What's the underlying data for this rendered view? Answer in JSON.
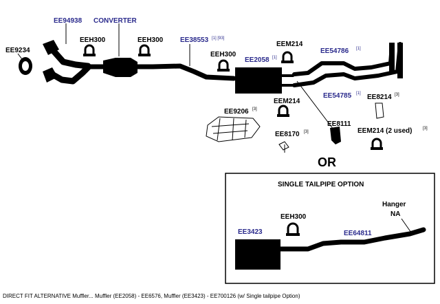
{
  "labels": {
    "ee94938": "EE94938",
    "converter": "CONVERTER",
    "eeh300_a": "EEH300",
    "eeh300_b": "EEH300",
    "ee38553": "EE38553",
    "ee38553_sup": "[1] [93]",
    "eeh300_c": "EEH300",
    "ee9234": "EE9234",
    "eem214_a": "EEM214",
    "ee54786": "EE54786",
    "ee54786_sup": "[1]",
    "ee2058": "EE2058",
    "ee2058_sup": "[1]",
    "ee54785": "EE54785",
    "ee54785_sup": "[1]",
    "ee8214": "EE8214",
    "ee8214_sup": "[3]",
    "eem214_b": "EEM214",
    "ee9206": "EE9206",
    "ee9206_sup": "[3]",
    "ee8111": "EE8111",
    "ee8170": "EE8170",
    "ee8170_sup": "[3]",
    "eem214_used": "EEM214 (2 used)",
    "eem214_used_sup": "[3]",
    "or": "OR"
  },
  "single_option": {
    "title": "SINGLE TAILPIPE OPTION",
    "hanger": "Hanger",
    "hanger_na": "NA",
    "eeh300": "EEH300",
    "ee3423": "EE3423",
    "ee64811": "EE64811"
  },
  "caption": "DIRECT FIT ALTERNATIVE Muffler... Muffler (EE2058) - EE6576, Muffler (EE3423) - EE700126  (w/ Single tailpipe Option)",
  "colors": {
    "blue_label": "#2a2a8c",
    "parts": "#000000"
  }
}
